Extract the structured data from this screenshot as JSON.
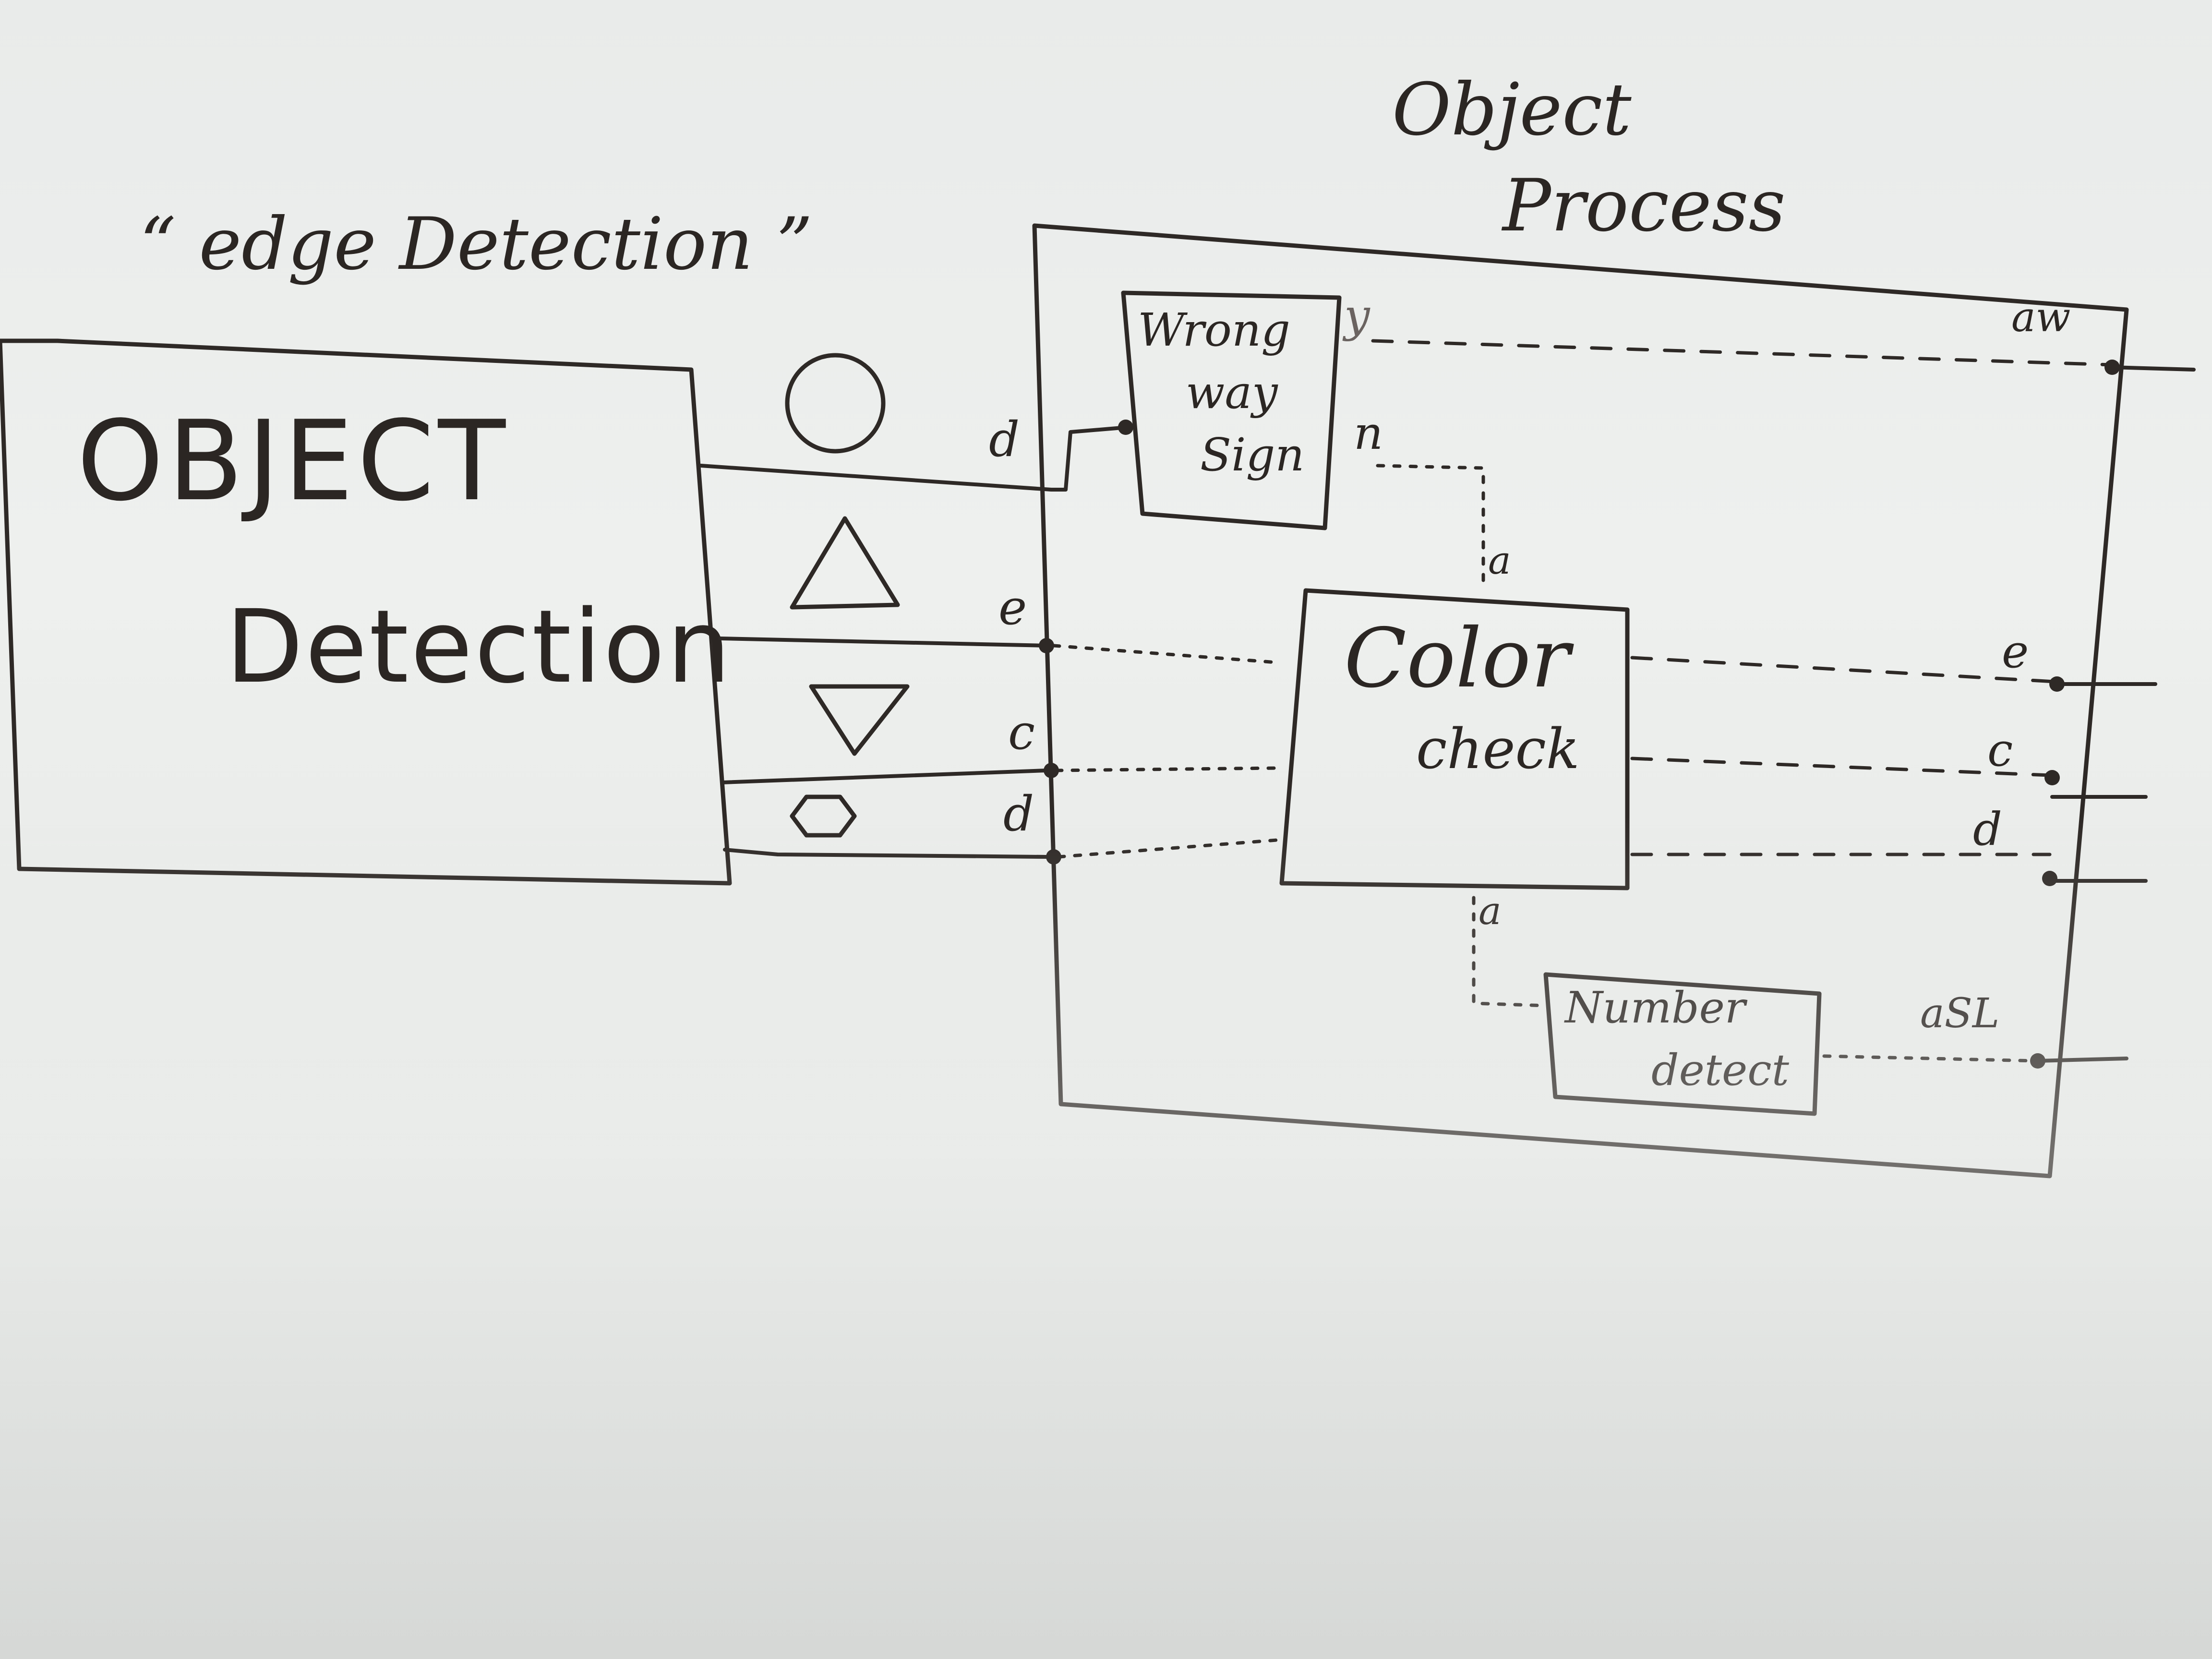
{
  "title_quoted": "“ edge Detection ”",
  "object_process_label": {
    "line1": "Object",
    "line2": "Process"
  },
  "object_detection": {
    "line1": "OBJECT",
    "line2": "Detection"
  },
  "shapes": [
    {
      "name": "circle",
      "symbol": "○"
    },
    {
      "name": "triangle",
      "symbol": "△"
    },
    {
      "name": "inverted-triangle",
      "symbol": "▽"
    },
    {
      "name": "hexagon",
      "symbol": "⬡"
    }
  ],
  "input_ports": [
    "d",
    "e",
    "c",
    "d"
  ],
  "wrong_way_sign": {
    "line1": "Wrong",
    "line2": "way",
    "line3": "Sign",
    "out_top": "y",
    "out_side": "n"
  },
  "color_check": {
    "line1": "Color",
    "line2": "check",
    "in_top": "a",
    "out_bottom": "a"
  },
  "number_detect": {
    "line1": "Number",
    "line2": "detect"
  },
  "output_ports": [
    "aw",
    "e",
    "c",
    "d",
    "aSL"
  ],
  "colors": {
    "ink": "#2e2926",
    "board": "#eceeec"
  }
}
